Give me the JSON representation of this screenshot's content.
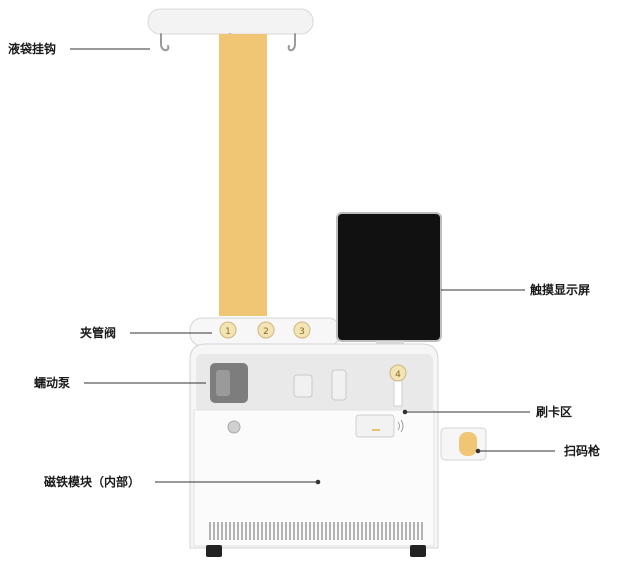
{
  "labels": {
    "hook": "液袋挂钩",
    "screen": "触摸显示屏",
    "clamp": "夹管阀",
    "pump": "蠕动泵",
    "card": "刷卡区",
    "scanner": "扫码枪",
    "magnet": "磁铁模块（内部）"
  },
  "clamp_numbers": [
    "1",
    "2",
    "3",
    "4"
  ],
  "colors": {
    "pole": "#f0c674",
    "body": "#f6f6f6",
    "outline": "#d4d4d4",
    "screen": "#111111",
    "pump": "#7d7d7d"
  }
}
